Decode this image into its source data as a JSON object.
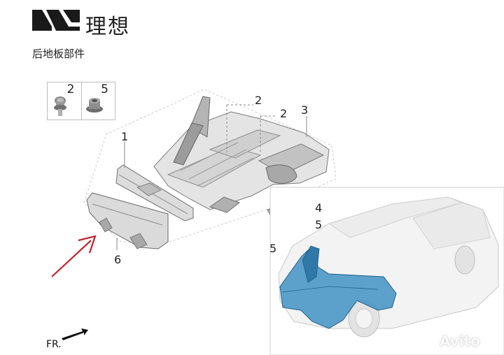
{
  "header": {
    "brand_name": "理想",
    "subtitle": "后地板部件"
  },
  "fasteners": [
    {
      "number": "2",
      "icon": "bolt-icon"
    },
    {
      "number": "5",
      "icon": "flange-nut-icon"
    }
  ],
  "callouts": {
    "c1": "1",
    "c2a": "2",
    "c2b": "2",
    "c3": "3",
    "c4": "4",
    "c5a": "5",
    "c5b": "5",
    "c6": "6"
  },
  "orientation_label": "FR.",
  "watermark_text": "Avito",
  "colors": {
    "highlight": "#3f92c4",
    "arrow": "#c8202a"
  }
}
